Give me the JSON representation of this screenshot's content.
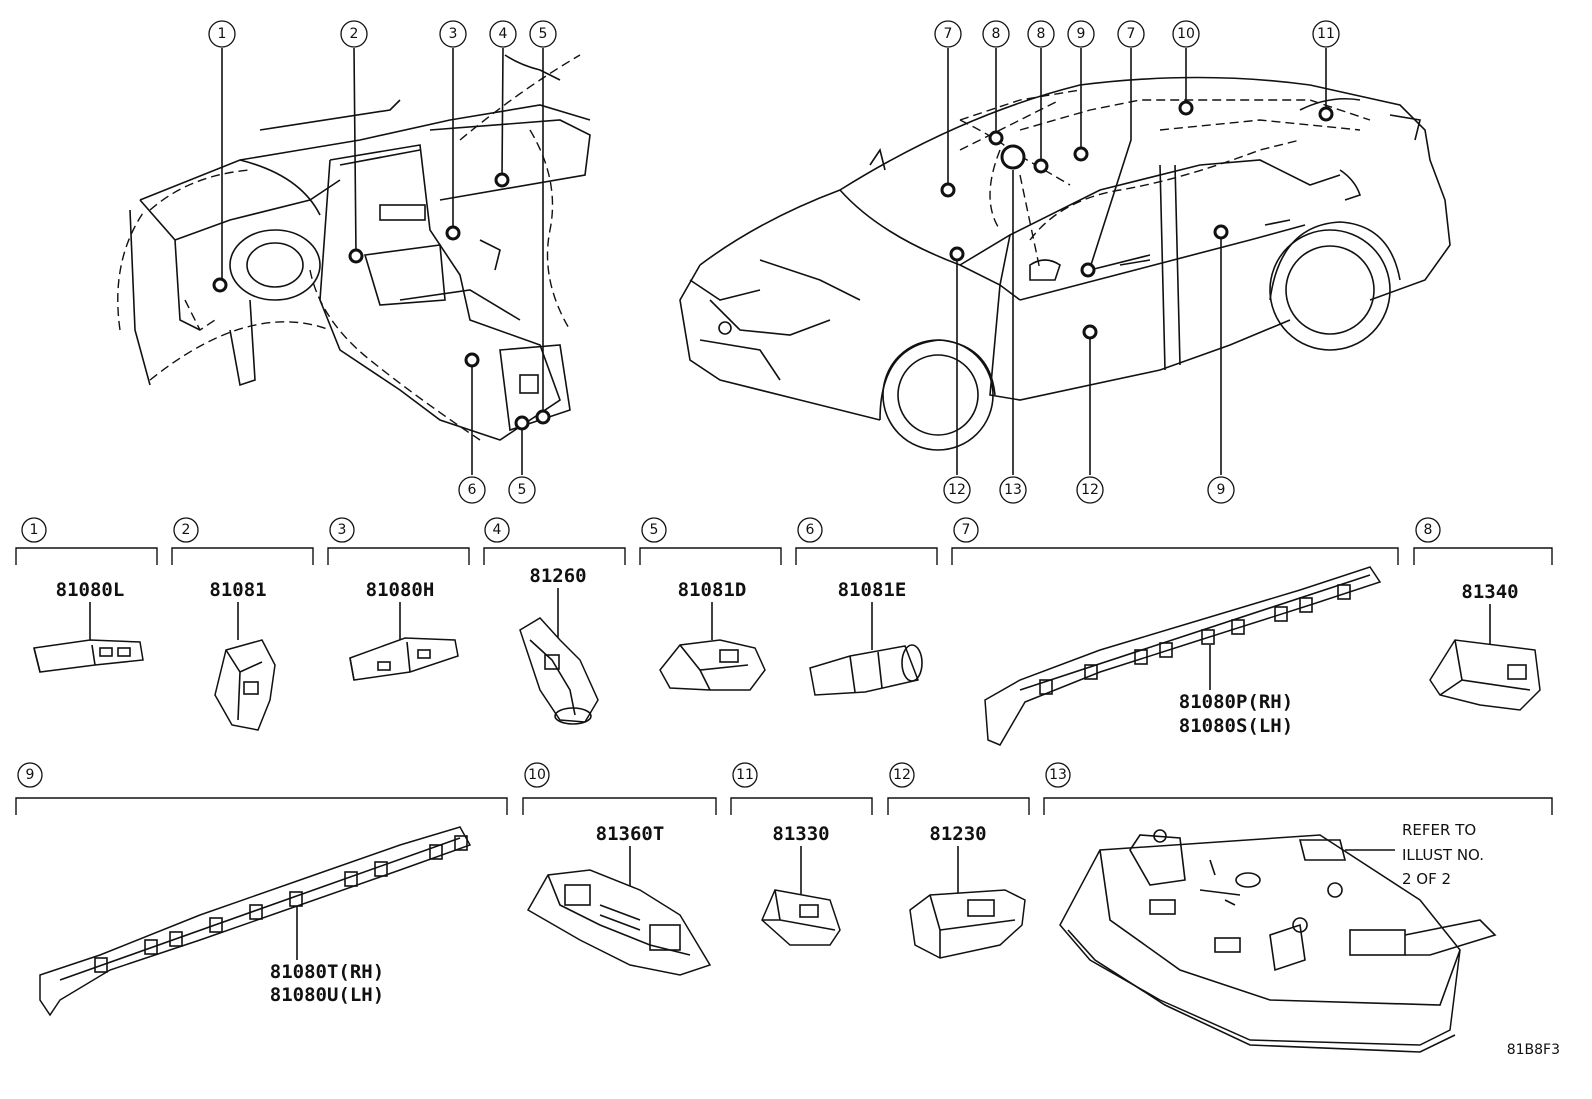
{
  "callouts": [
    {
      "id": "c1",
      "label": "1"
    },
    {
      "id": "c2",
      "label": "2"
    },
    {
      "id": "c3",
      "label": "3"
    },
    {
      "id": "c4",
      "label": "4"
    },
    {
      "id": "c5",
      "label": "5"
    },
    {
      "id": "c6",
      "label": "6"
    },
    {
      "id": "c7",
      "label": "7"
    },
    {
      "id": "c8",
      "label": "8"
    },
    {
      "id": "c9",
      "label": "9"
    },
    {
      "id": "c10",
      "label": "10"
    },
    {
      "id": "c11",
      "label": "11"
    },
    {
      "id": "c12",
      "label": "12"
    },
    {
      "id": "c13",
      "label": "13"
    }
  ],
  "parts": {
    "p1": {
      "ref": "1",
      "numbers": [
        "81080L"
      ]
    },
    "p2": {
      "ref": "2",
      "numbers": [
        "81081"
      ]
    },
    "p3": {
      "ref": "3",
      "numbers": [
        "81080H"
      ]
    },
    "p4": {
      "ref": "4",
      "numbers": [
        "81260"
      ]
    },
    "p5": {
      "ref": "5",
      "numbers": [
        "81081D"
      ]
    },
    "p6": {
      "ref": "6",
      "numbers": [
        "81081E"
      ]
    },
    "p7": {
      "ref": "7",
      "numbers": [
        "81080P(RH)",
        "81080S(LH)"
      ]
    },
    "p8": {
      "ref": "8",
      "numbers": [
        "81340"
      ]
    },
    "p9": {
      "ref": "9",
      "numbers": [
        "81080T(RH)",
        "81080U(LH)"
      ]
    },
    "p10": {
      "ref": "10",
      "numbers": [
        "81360T"
      ]
    },
    "p11": {
      "ref": "11",
      "numbers": [
        "81330"
      ]
    },
    "p12": {
      "ref": "12",
      "numbers": [
        "81230"
      ]
    },
    "p13": {
      "ref": "13",
      "numbers": []
    }
  },
  "note": {
    "lines": [
      "REFER TO",
      "ILLUST NO.",
      "2 OF 2"
    ]
  },
  "drawing_code": "81B8F3"
}
